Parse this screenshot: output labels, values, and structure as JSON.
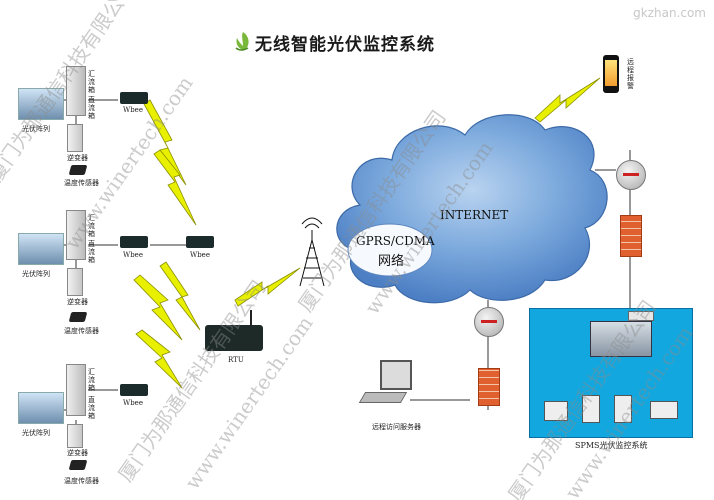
{
  "title": "无线智能光伏监控系统",
  "site_url": "gkzhan.com",
  "watermarks": [
    "厦门为那通信科技有限公司",
    "www.winertech.com"
  ],
  "field_labels": {
    "pv_array": "光伏阵列",
    "combiner": "汇流箱",
    "dc_cabinet": "直流箱",
    "inverter": "逆变器",
    "temp_sensor": "温度传感器",
    "wbee": "Wbee",
    "rtu": "RTU"
  },
  "network": {
    "internet": "INTERNET",
    "gprs_line1": "GPRS/CDMA",
    "gprs_line2": "网络",
    "remote_alarm": "远程报警",
    "remote_server": "远程访问服务器",
    "spms": "SPMS光伏监控系统"
  },
  "colors": {
    "cloud": "#6a9ed8",
    "panel": "#12a7df",
    "bolt": "#e8f000",
    "firewall": "#e0612f"
  }
}
